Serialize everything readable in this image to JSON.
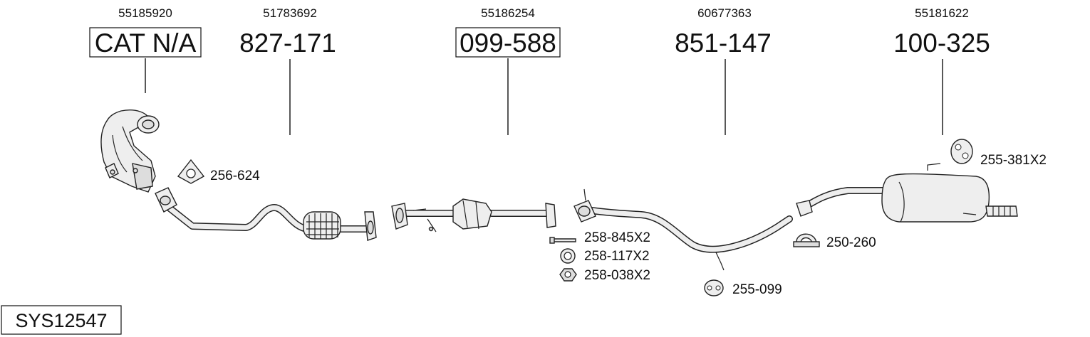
{
  "system_code": "SYS12547",
  "parts": [
    {
      "oem": "55185920",
      "part": "CAT N/A",
      "boxed": true
    },
    {
      "oem": "51783692",
      "part": "827-171",
      "boxed": false
    },
    {
      "oem": "55186254",
      "part": "099-588",
      "boxed": true
    },
    {
      "oem": "60677363",
      "part": "851-147",
      "boxed": false
    },
    {
      "oem": "55181622",
      "part": "100-325",
      "boxed": false
    }
  ],
  "accessories": {
    "gasket_flange": "256-624",
    "bolt": "258-845X2",
    "ring": "258-117X2",
    "nut": "258-038X2",
    "hanger_rubber": "255-099",
    "clamp": "250-260",
    "rear_mount": "255-381X2"
  }
}
